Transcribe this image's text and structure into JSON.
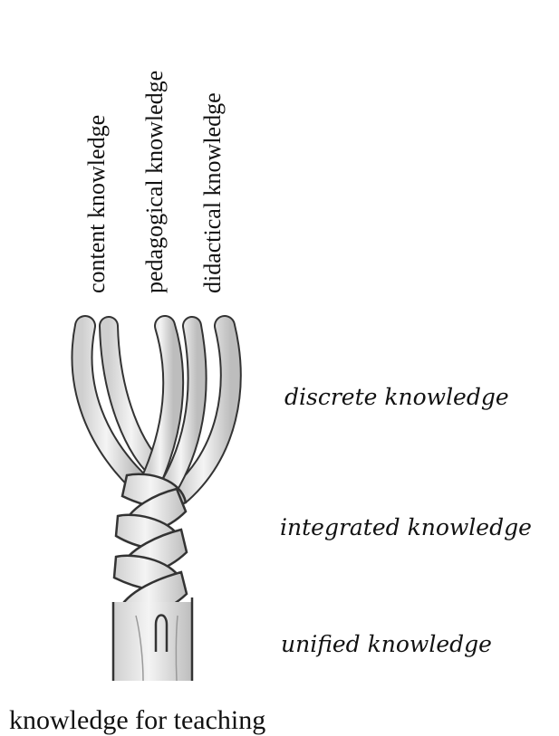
{
  "strand_labels": {
    "content": "content knowledge",
    "pedagogical": "pedagogical knowledge",
    "didactical": "didactical knowledge"
  },
  "stages": {
    "discrete": "discrete knowledge",
    "integrated": "integrated knowledge",
    "unified": "unified knowledge"
  },
  "caption": "knowledge for teaching",
  "colors": {
    "strand_fill": "#e6e6e6",
    "strand_outline": "#333333",
    "text": "#111111"
  }
}
